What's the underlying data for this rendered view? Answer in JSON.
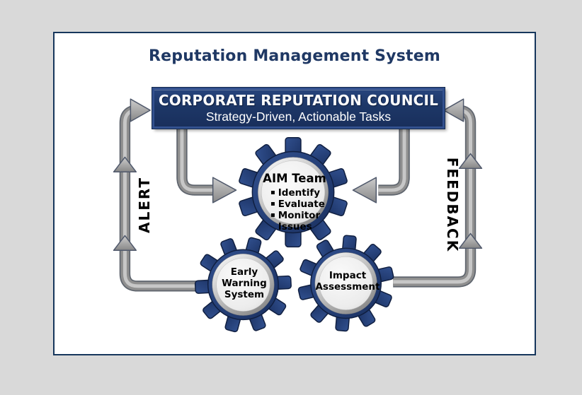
{
  "title": "Reputation Management System",
  "council": {
    "line1": "CORPORATE REPUTATION COUNCIL",
    "line2": "Strategy-Driven, Actionable Tasks"
  },
  "gears": {
    "aim": {
      "title": "AIM Team",
      "bullets": [
        "Identify",
        "Evaluate",
        "Monitor Issues"
      ]
    },
    "early_warning": {
      "label": "Early Warning System"
    },
    "impact": {
      "label": "Impact Assessment"
    }
  },
  "flow_labels": {
    "alert": "ALERT",
    "feedback": "FEEDBACK"
  },
  "icons": {
    "bullet_char": "▪"
  },
  "colors": {
    "background": "#d9d9d9",
    "card_border": "#16365c",
    "navy": "#1f3864",
    "gear_navy": "#1d3767",
    "pipe_gray": "#8f8f8f",
    "text_black": "#000000",
    "white": "#ffffff"
  }
}
